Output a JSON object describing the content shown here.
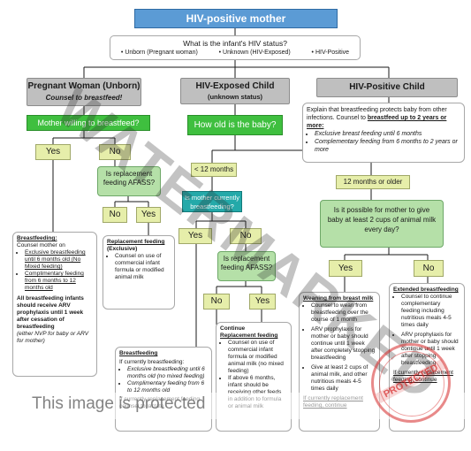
{
  "title": "HIV-positive mother",
  "question_status": {
    "text": "What is the infant's HIV status?",
    "options": [
      "• Unborn (Pregnant woman)",
      "• Unknown (HIV-Exposed)",
      "• HIV-Positive"
    ]
  },
  "col_pregnant": {
    "title": "Pregnant Woman (Unborn)",
    "subtitle": "Counsel to breastfeed!",
    "question": "Mother willing to breastfeed?",
    "yes": "Yes",
    "no": "No",
    "afass": "Is replacement feeding AFASS?",
    "afass_no": "No",
    "afass_yes": "Yes",
    "breastfeeding_box": {
      "title": "Breastfeeding:",
      "line1": "Counsel mother on",
      "bullet1": "Exclusive breastfeeding until 6 months old (No Mixed feeding)",
      "bullet2": "Complimentary feeding from 6 months to 12 months old",
      "bold": "All breastfeeding infants should receive ARV prophylaxis until 1 week after cessation of breastfeeding",
      "italic": "(either NVP for baby or ARV for mother)"
    },
    "replacement_box": {
      "title": "Replacement feeding",
      "title2": "(Exclusive)",
      "bullet1": "Counsel on use of commercial infant formula or modified animal milk"
    }
  },
  "col_exposed": {
    "title": "HIV-Exposed Child",
    "subtitle": "(unknown status)",
    "question": "How old is the baby?",
    "under12": "< 12 months",
    "currently_bf": "Is mother currently breastfeeding?",
    "yes": "Yes",
    "no": "No",
    "afass": "Is replacement feeding AFASS?",
    "afass_no": "No",
    "afass_yes": "Yes",
    "bf_box": {
      "title": "Breastfeeding",
      "line1": "If currently breastfeeding:",
      "bullet1": "Exclusive breastfeeding until 6 months old (no mixed feeding)",
      "bullet2": "Complimentary feeding from 6 to 12 months old",
      "line2": "If currently replacement feeding, counsel to lactate"
    },
    "continue_box": {
      "title": "Continue",
      "title2": "Replacement feeding",
      "bullet1": "Counsel on use of commercial infant formula or modified animal milk (no mixed feeding)",
      "bullet2": "If above 6 months, infant should be receiving other feeds in addition to formula or animal milk"
    }
  },
  "col_positive": {
    "title": "HIV-Positive Child",
    "explain": {
      "text": "Explain that breastfeeding protects baby from other infections. Counsel to",
      "bold": "breastfeed up to 2 years or more:",
      "bullet1": "Exclusive breast feeding until 6 months",
      "bullet2": "Complementary feeding from 6 months to 2 years or more"
    },
    "over12": "12 months or older",
    "question": "Is it possible for mother to give baby at least 2 cups of animal milk every day?",
    "yes": "Yes",
    "no": "No",
    "weaning_box": {
      "title": "Weaning from breast milk",
      "bullet1": "Counsel to wean from breastfeeding over the course of 1 month",
      "bullet2": "ARV prophylaxis for mother or baby should continue until 1 week after completely stopping breastfeeding",
      "bullet3": "Give at least 2 cups of animal milk, and other nutritious meals 4-5 times daily",
      "line": "If currently replacement feeding, continue"
    },
    "extended_box": {
      "title": "Extended breastfeeding",
      "bullet1": "Counsel to continue complementary feeding including nutritious meals 4-5 times daily",
      "bullet2": "ARV prophylaxis for mother or baby should continue until 1 week after stopping breastfeeding",
      "line": "If currently replacement feeding, continue"
    }
  },
  "watermark": "WATERMARKED",
  "protected_text": "This image is protected",
  "stamp_text": "PROTECTED"
}
